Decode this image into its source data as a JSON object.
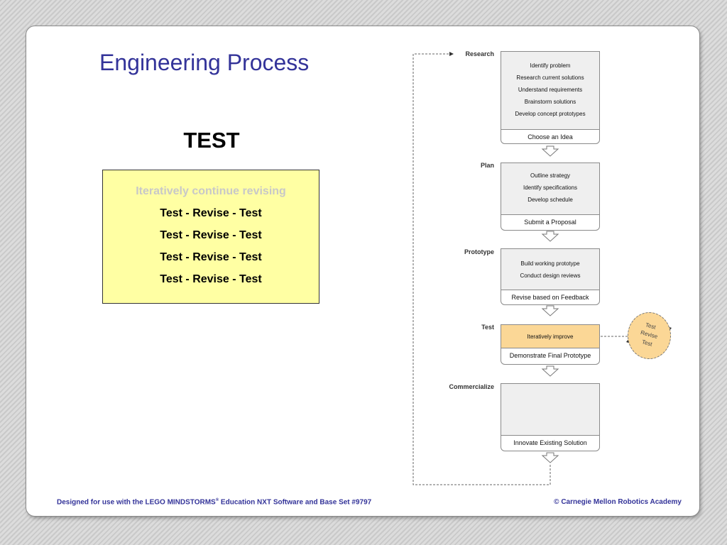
{
  "slide": {
    "title": "Engineering Process",
    "subtitle": "TEST",
    "note": {
      "lead": "Iteratively continue revising",
      "lines": [
        "Test - Revise - Test",
        "Test - Revise - Test",
        "Test - Revise - Test",
        "Test - Revise - Test"
      ]
    },
    "footer_left_prefix": "Designed for use with the LEGO MINDSTORMS",
    "footer_left_reg": "®",
    "footer_left_suffix": " Education NXT Software and Base Set #9797",
    "footer_right": "©  Carnegie Mellon Robotics Academy"
  },
  "flow": {
    "colors": {
      "highlight": "#fbd796",
      "box_fill": "#efefef",
      "title": "#333399"
    },
    "stages": [
      {
        "label": "Research",
        "steps": [
          "Identify problem",
          "Research current solutions",
          "Understand requirements",
          "Brainstorm solutions",
          "Develop concept prototypes"
        ],
        "outcome": "Choose an Idea"
      },
      {
        "label": "Plan",
        "steps": [
          "Outline strategy",
          "Identify specifications",
          "Develop schedule"
        ],
        "outcome": "Submit a Proposal"
      },
      {
        "label": "Prototype",
        "steps": [
          "Build working prototype",
          "Conduct design reviews"
        ],
        "outcome": "Revise based on Feedback"
      },
      {
        "label": "Test",
        "steps": [
          "Iteratively improve"
        ],
        "outcome": "Demonstrate Final Prototype",
        "highlighted": true
      },
      {
        "label": "Commercialize",
        "steps": [],
        "outcome": "Innovate Existing Solution"
      }
    ],
    "cycle": {
      "words": [
        "Test",
        "Revise",
        "Test"
      ]
    }
  }
}
